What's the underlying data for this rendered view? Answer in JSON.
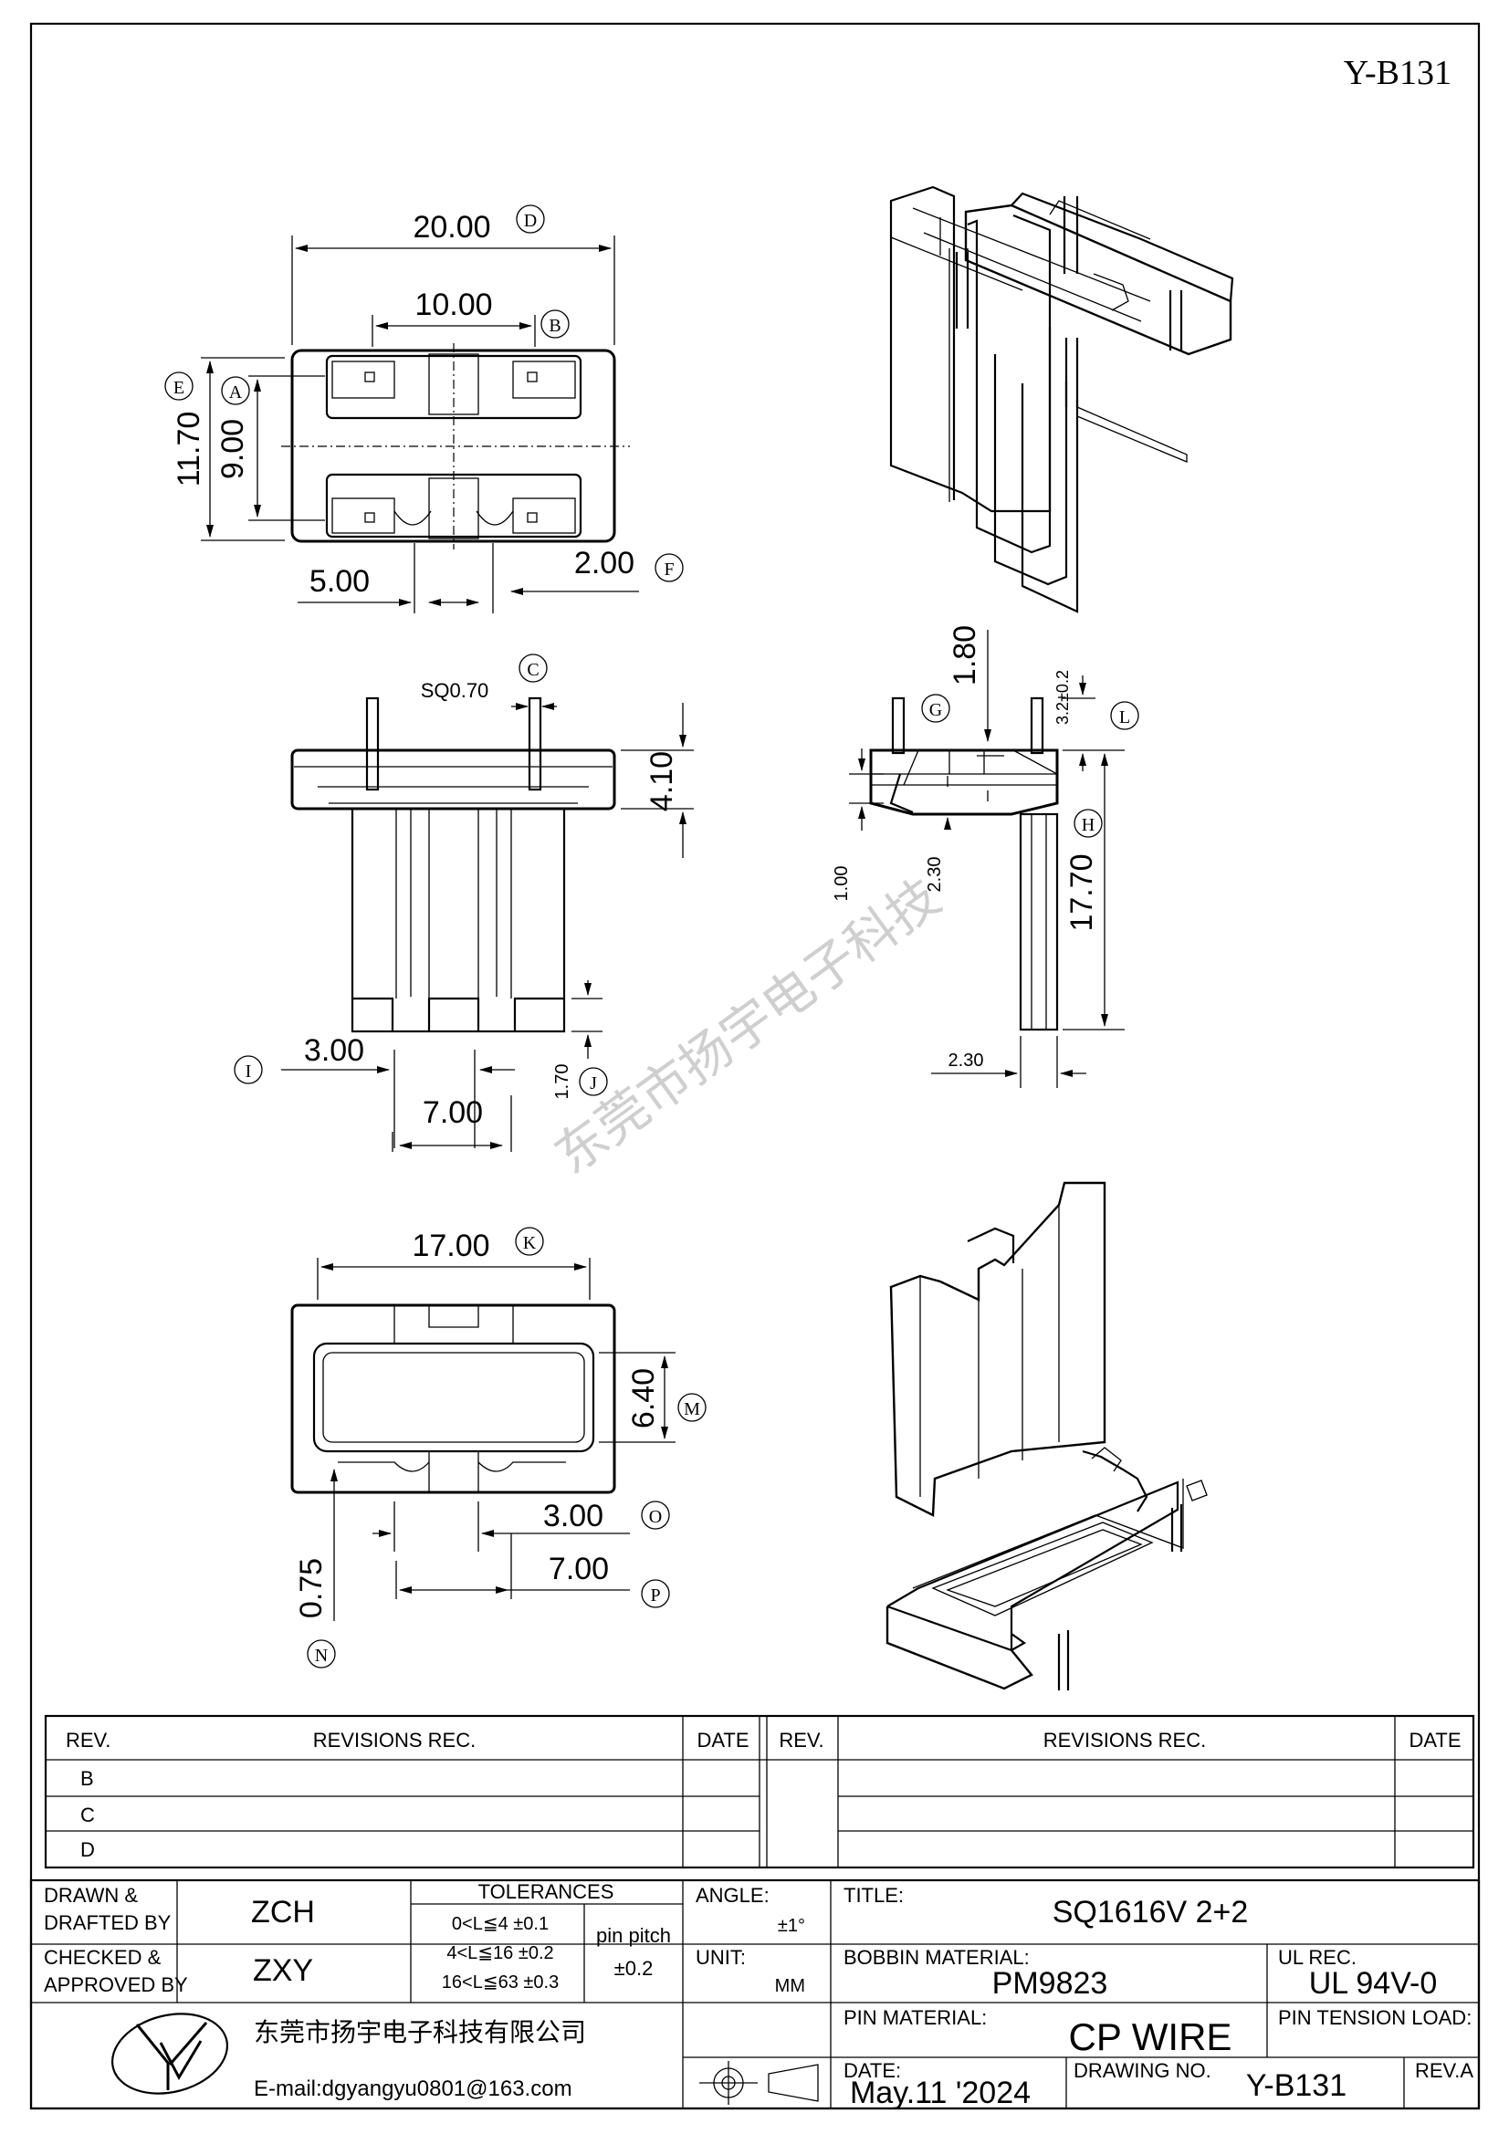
{
  "drawing_code": "Y-B131",
  "views": {
    "top": {
      "d_width": "20.00",
      "d_pins": "10.00",
      "d_height_outer": "11.70",
      "d_height_inner": "9.00",
      "d_slot": "5.00",
      "d_gap": "2.00",
      "lbl_d": "D",
      "lbl_b": "B",
      "lbl_e": "E",
      "lbl_a": "A",
      "lbl_f": "F"
    },
    "front": {
      "d_pin_sq": "SQ0.70",
      "d_flange": "4.10",
      "d_notch": "3.00",
      "d_step": "1.70",
      "d_pitch": "7.00",
      "lbl_c": "C",
      "lbl_i": "I",
      "lbl_j": "J"
    },
    "side": {
      "d_top": "1.80",
      "d_pin_len": "3.2±0.2",
      "d_body": "17.70",
      "d_a": "1.00",
      "d_b": "2.30",
      "d_c": "2.30",
      "lbl_g": "G",
      "lbl_l": "L",
      "lbl_h": "H"
    },
    "bottom": {
      "d_width": "17.00",
      "d_window": "6.40",
      "d_gap": "0.75",
      "d_notch": "3.00",
      "d_pitch": "7.00",
      "lbl_k": "K",
      "lbl_m": "M",
      "lbl_n": "N",
      "lbl_o": "O",
      "lbl_p": "P"
    }
  },
  "watermark": "东莞市扬宇电子科技",
  "revisions": {
    "headers": {
      "rev": "REV.",
      "rec": "REVISIONS  REC.",
      "date": "DATE"
    },
    "rows_left": [
      "B",
      "C",
      "D"
    ]
  },
  "title_block": {
    "drawn_label": "DRAWN &\nDRAFTED BY",
    "drawn_l1": "DRAWN &",
    "drawn_l2": "DRAFTED BY",
    "drawn_by": "ZCH",
    "checked_l1": "CHECKED &",
    "checked_l2": "APPROVED BY",
    "checked_by": "ZXY",
    "tolerances_label": "TOLERANCES",
    "tol_1": "0<L≦4   ±0.1",
    "tol_2": "4<L≦16  ±0.2",
    "tol_3": "16<L≦63 ±0.3",
    "pin_pitch_label": "pin pitch",
    "pin_pitch_tol": "±0.2",
    "angle_label": "ANGLE:",
    "angle_value": "±1°",
    "unit_label": "UNIT:",
    "unit_value": "MM",
    "title_label": "TITLE:",
    "title_value": "SQ1616V 2+2",
    "bobbin_material_label": "BOBBIN MATERIAL:",
    "bobbin_material": "PM9823",
    "ul_label": "UL REC.",
    "ul_value": "UL 94V-0",
    "pin_material_label": "PIN MATERIAL:",
    "pin_material": "CP WIRE",
    "pin_tension_label": "PIN TENSION LOAD:",
    "company": "东莞市扬宇电子科技有限公司",
    "email": "E-mail:dgyangyu0801@163.com",
    "date_label": "DATE:",
    "date_value": "May.11 '2024",
    "drawing_no_label": "DRAWING NO.",
    "drawing_no": "Y-B131",
    "rev_label": "REV.A"
  }
}
